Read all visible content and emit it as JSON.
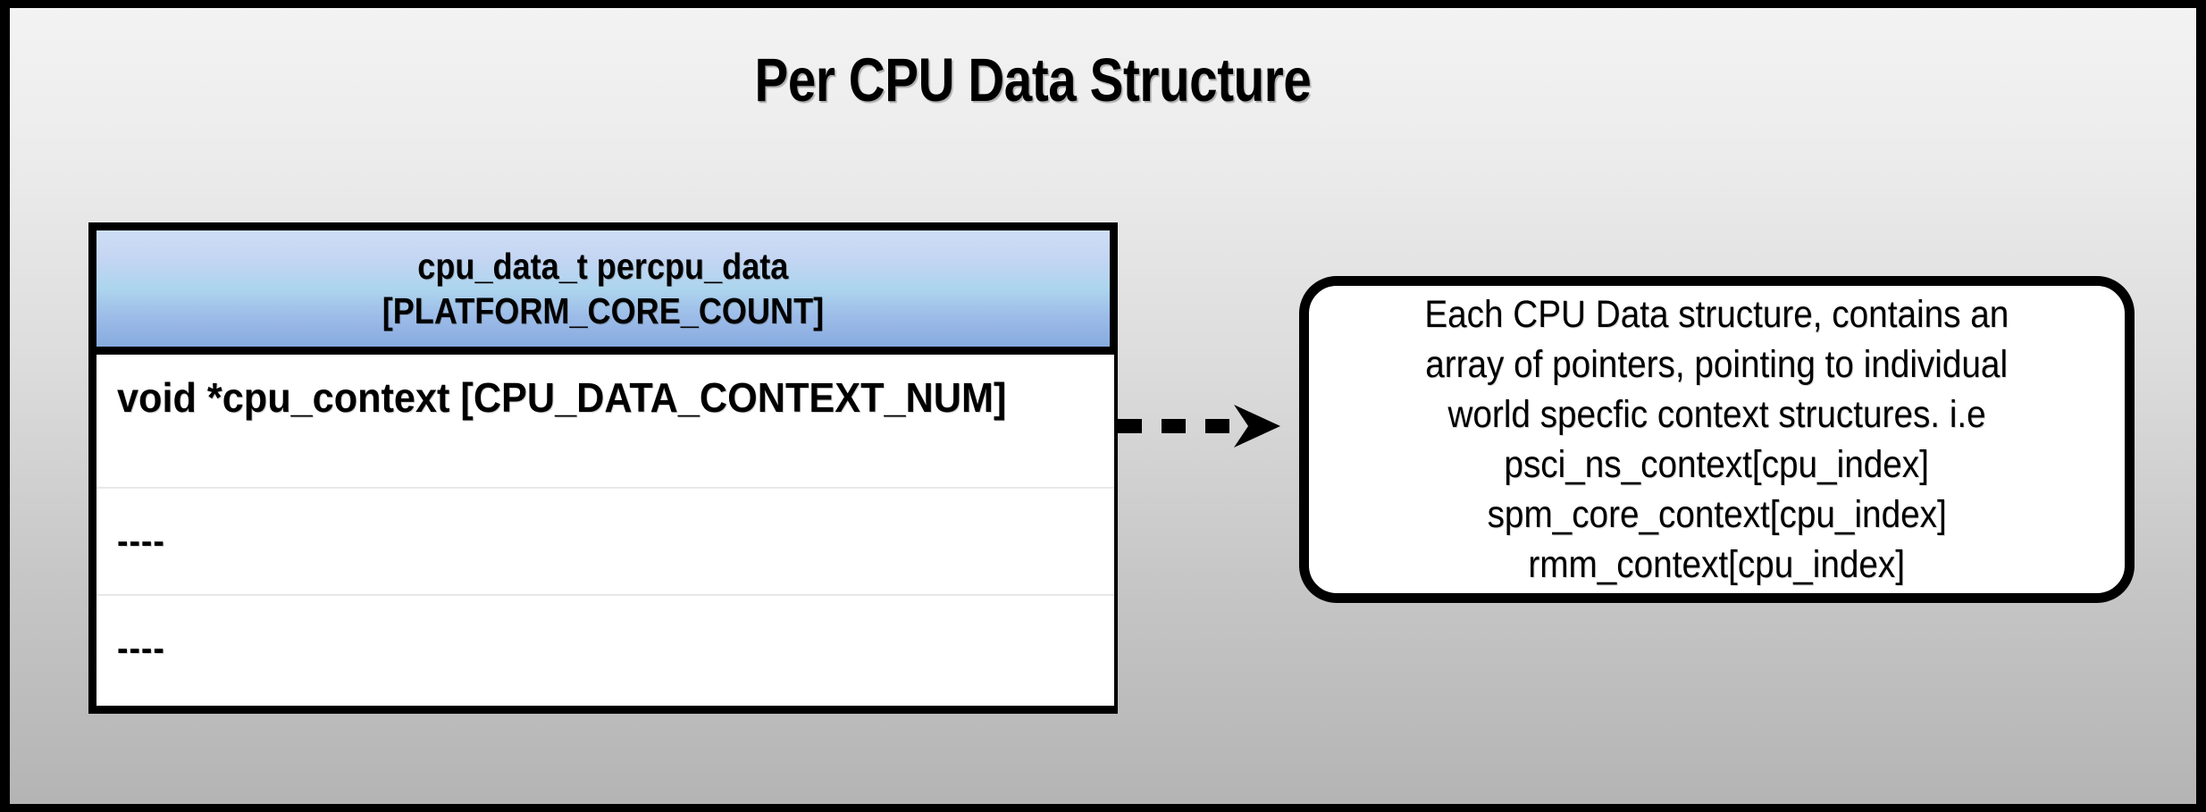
{
  "slide": {
    "title": "Per CPU Data Structure",
    "background_top_color": "#f3f3f3",
    "background_bottom_color": "#b4b4b4",
    "frame_color": "#000000"
  },
  "struct_table": {
    "header": {
      "line1": "cpu_data_t percpu_data",
      "line2": "[PLATFORM_CORE_COUNT]",
      "gradient_top_color": "#cfdef6",
      "gradient_bottom_color": "#87abdf",
      "border_color": "#000000"
    },
    "rows": [
      {
        "text": "void *cpu_context [CPU_DATA_CONTEXT_NUM]"
      },
      {
        "text": "----"
      },
      {
        "text": "----"
      }
    ],
    "body_background_color": "#ffffff",
    "row_separator_color": "#e8e8e8"
  },
  "connector": {
    "style": "dashed-arrow",
    "direction": "right",
    "color": "#000000",
    "dash_count": 3
  },
  "callout": {
    "lines": [
      "Each CPU Data structure, contains an",
      "array of pointers, pointing to individual",
      "world specfic context structures. i.e",
      "psci_ns_context[cpu_index]",
      "spm_core_context[cpu_index]",
      "rmm_context[cpu_index]"
    ],
    "background_color": "#ffffff",
    "border_color": "#000000"
  }
}
